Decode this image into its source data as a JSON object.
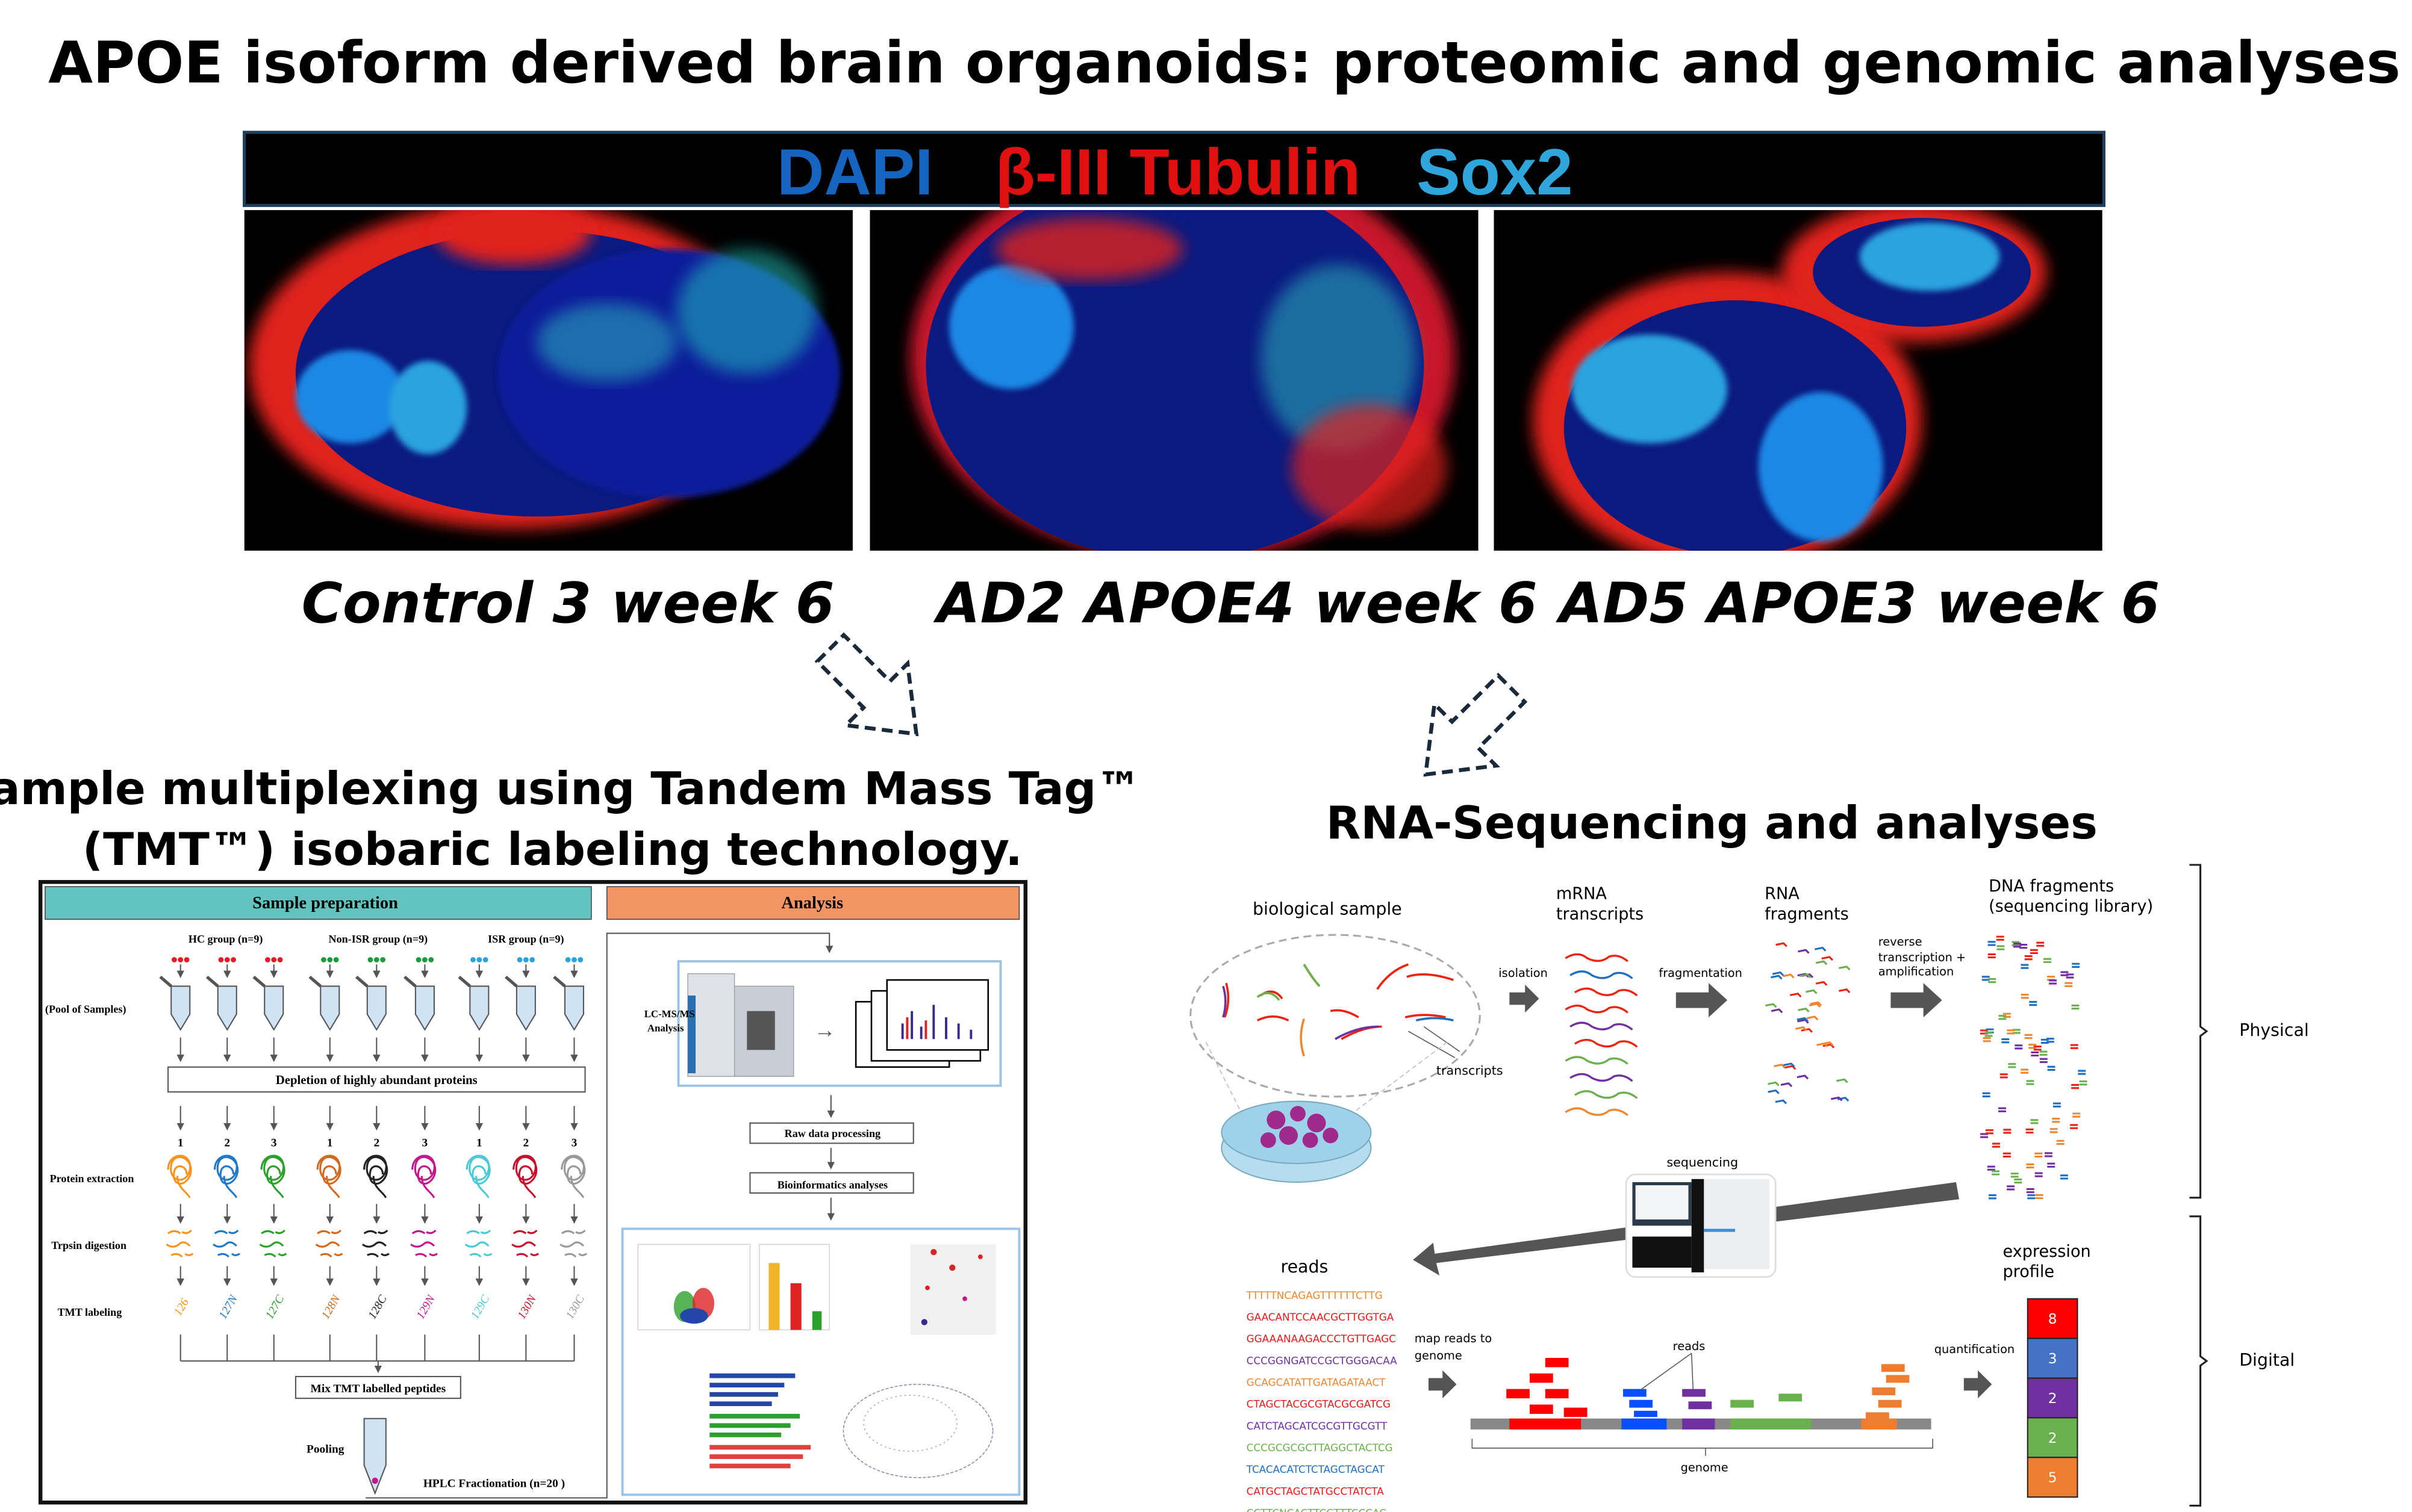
{
  "title": "APOE isoform derived brain organoids: proteomic and genomic analyses",
  "banner": {
    "dapi": "DAPI",
    "tubulin": "β-III Tubulin",
    "sox2": "Sox2",
    "colors": {
      "dapi": "#1565c0",
      "tubulin": "#e01010",
      "sox2": "#2ea6dc"
    }
  },
  "images": [
    {
      "caption": "Control 3 week 6"
    },
    {
      "caption": "AD2 APOE4 week 6"
    },
    {
      "caption": "AD5 APOE3 week 6"
    }
  ],
  "tmt": {
    "heading_line1": "Sample multiplexing using Tandem Mass Tag™",
    "heading_line2": "(TMT™) isobaric labeling technology.",
    "sample_prep": "Sample preparation",
    "analysis": "Analysis",
    "groups": [
      "HC group (n=9)",
      "Non-ISR group (n=9)",
      "ISR group (n=9)"
    ],
    "pool_label": "(Pool of Samples)",
    "depletion": "Depletion of highly abundant proteins",
    "numbers": [
      "1",
      "2",
      "3",
      "1",
      "2",
      "3",
      "1",
      "2",
      "3"
    ],
    "protein_extraction": "Protein extraction",
    "trypsin": "Trpsin digestion",
    "tmt_labeling": "TMT labeling",
    "tags": [
      "126",
      "127N",
      "127C",
      "128N",
      "128C",
      "129N",
      "129C",
      "130N",
      "130C"
    ],
    "tag_colors": [
      "#f7941d",
      "#1f78c8",
      "#2ca02c",
      "#d2691e",
      "#222222",
      "#c2188b",
      "#4cc9d6",
      "#c8102e",
      "#9a9a9a"
    ],
    "mix": "Mix TMT labelled peptides",
    "pooling": "Pooling",
    "hplc": "HPLC Fractionation (n=20 )",
    "lcms_line1": "LC-MS/MS",
    "lcms_line2": "Analysis",
    "raw": "Raw data processing",
    "bioinfo": "Bioinformatics analyses"
  },
  "rnaseq": {
    "heading": "RNA-Sequencing and analyses",
    "biological_sample": "biological sample",
    "mrna_line1": "mRNA",
    "mrna_line2": "transcripts",
    "rna_line1": "RNA",
    "rna_line2": "fragments",
    "dna_line1": "DNA fragments",
    "dna_line2": "(sequencing library)",
    "isolation": "isolation",
    "fragmentation": "fragmentation",
    "rt_line1": "reverse",
    "rt_line2": "transcription +",
    "rt_line3": "amplification",
    "transcripts": "transcripts",
    "sequencing": "sequencing",
    "physical": "Physical",
    "digital": "Digital",
    "reads_title": "reads",
    "reads": [
      {
        "seq": "TTTTTNCAGAGTTTTTTCTTG",
        "color": "#f0862f"
      },
      {
        "seq": "GAACANTCCAACGCTTGGTGA",
        "color": "#e81818"
      },
      {
        "seq": "GGAAANAAGACCCTGTTGAGC",
        "color": "#e81818"
      },
      {
        "seq": "CCCGGNGATCCGCTGGGACAA",
        "color": "#7030a0"
      },
      {
        "seq": "GCAGCATATTGATAGATAACT",
        "color": "#f0862f"
      },
      {
        "seq": "CTAGCTACGCGTACGCGATCG",
        "color": "#e81818"
      },
      {
        "seq": "CATCTAGCATCGCGTTGCGTT",
        "color": "#7030a0"
      },
      {
        "seq": "CCCGCGCGCTTAGGCTACTCG",
        "color": "#6ab04c"
      },
      {
        "seq": "TCACACATCTCTAGCTAGCAT",
        "color": "#1f6fc0"
      },
      {
        "seq": "CATGCTAGCTATGCCTATCTA",
        "color": "#e81818"
      },
      {
        "seq": "CCTTCNCACTTCGTTTCCCAC",
        "color": "#6ab04c"
      }
    ],
    "map_line1": "map reads to",
    "map_line2": "genome",
    "reads_label": "reads",
    "genome": "genome",
    "quantification": "quantification",
    "expr_line1": "expression",
    "expr_line2": "profile",
    "profile": [
      {
        "value": "8",
        "color": "#ff0000"
      },
      {
        "value": "3",
        "color": "#4472c4"
      },
      {
        "value": "2",
        "color": "#7030a0"
      },
      {
        "value": "2",
        "color": "#6ab04c"
      },
      {
        "value": "5",
        "color": "#ed7d31"
      }
    ]
  }
}
